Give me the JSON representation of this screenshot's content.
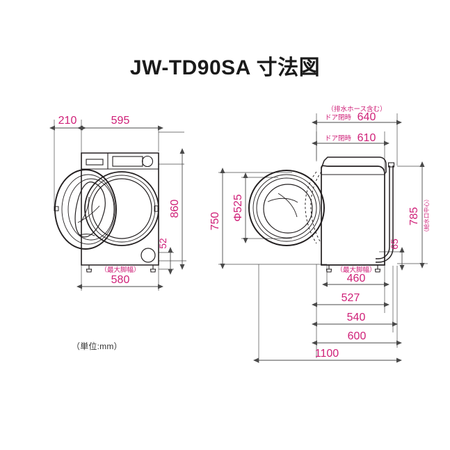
{
  "page": {
    "title": "JW-TD90SA 寸法図",
    "unit_note": "（単位:mm）",
    "background_color": "#ffffff",
    "dimension_color": "#cf2078",
    "line_color": "#231f20"
  },
  "front_view": {
    "name": "front-elevation",
    "dimensions": {
      "door_open_projection": "210",
      "cabinet_width": "595",
      "cabinet_height": "860",
      "plinth_height": "52",
      "max_foot_width_label": "（最大脚幅）",
      "max_foot_width_value": "580"
    }
  },
  "side_view": {
    "name": "side-elevation",
    "dimensions": {
      "depth_with_hose_label": "（排水ホース含む）",
      "depth_with_hose_prefix": "ドア閉時",
      "depth_with_hose_value": "640",
      "depth_closed_prefix": "ドア閉時",
      "depth_closed_value": "610",
      "door_open_height": "750",
      "door_diameter": "Φ525",
      "water_inlet_height_value": "785",
      "water_inlet_height_label": "（給水口中心）",
      "hose_height": "65",
      "max_foot_depth_label": "（最大脚幅）",
      "max_foot_depth_value": "460",
      "depth_527": "527",
      "depth_540": "540",
      "depth_600": "600",
      "total_door_open_depth": "1100"
    }
  },
  "chart_data": {
    "type": "table",
    "title": "JW-TD90SA 寸法図",
    "units": "mm",
    "views": [
      {
        "view": "front",
        "labels": [
          {
            "text": "210",
            "meaning": "door open left projection"
          },
          {
            "text": "595",
            "meaning": "cabinet width"
          },
          {
            "text": "860",
            "meaning": "cabinet height"
          },
          {
            "text": "52",
            "meaning": "base / plinth height"
          },
          {
            "text": "580",
            "meaning": "max foot width（最大脚幅）"
          }
        ]
      },
      {
        "view": "side",
        "labels": [
          {
            "text": "640",
            "meaning": "depth door closed incl. drain hose（排水ホース含む）ドア閉時"
          },
          {
            "text": "610",
            "meaning": "depth door closed ドア閉時"
          },
          {
            "text": "750",
            "meaning": "door open top height"
          },
          {
            "text": "Φ525",
            "meaning": "door diameter"
          },
          {
            "text": "785",
            "meaning": "water inlet centre height（給水口中心）"
          },
          {
            "text": "65",
            "meaning": "drain hose height"
          },
          {
            "text": "460",
            "meaning": "max foot depth（最大脚幅）"
          },
          {
            "text": "527",
            "meaning": "depth 527"
          },
          {
            "text": "540",
            "meaning": "depth 540"
          },
          {
            "text": "600",
            "meaning": "depth 600"
          },
          {
            "text": "1100",
            "meaning": "total depth with door open"
          }
        ]
      }
    ]
  }
}
